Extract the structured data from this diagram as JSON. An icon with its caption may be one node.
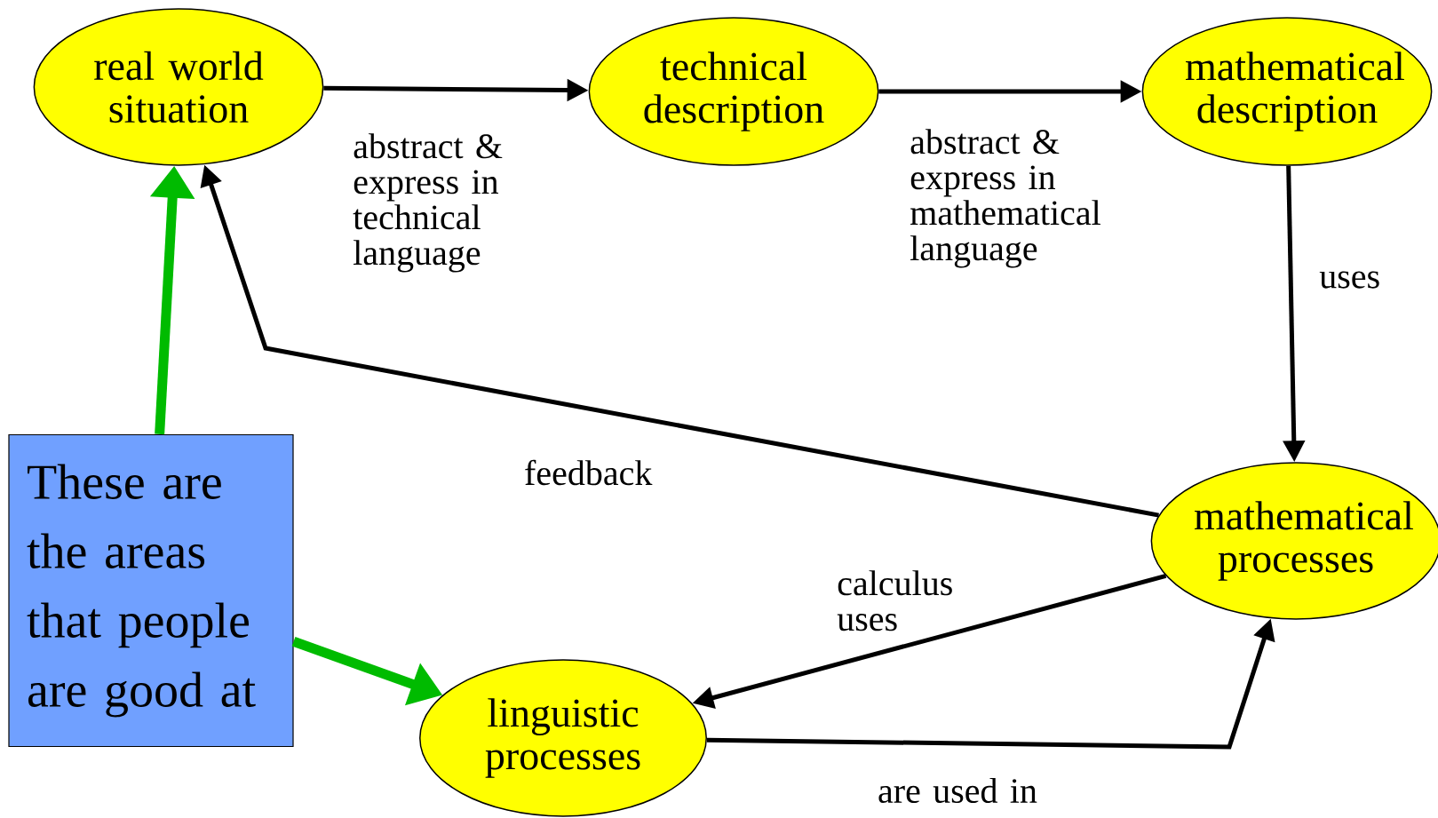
{
  "diagram": {
    "nodes": [
      {
        "text": [
          "real world situation"
        ]
      },
      {
        "text": [
          "technical description"
        ]
      },
      {
        "text": [
          "mathematical description"
        ]
      },
      {
        "text": [
          "mathematical processes"
        ]
      },
      {
        "text": [
          "linguistic processes"
        ]
      },
      {
        "text": [
          "These are the areas that people are good at"
        ]
      }
    ],
    "edges": [
      {
        "from": 0,
        "to": 1,
        "arrow": "to",
        "label": "abstract & express in technical language"
      },
      {
        "from": 1,
        "to": 2,
        "arrow": "to",
        "label": "abstract & express in mathematical language"
      },
      {
        "from": 2,
        "to": 3,
        "arrow": "to",
        "label": "uses"
      },
      {
        "from": 3,
        "to": 0,
        "arrow": "to",
        "label": "feedback"
      },
      {
        "from": 3,
        "to": 4,
        "arrow": "to",
        "label": "calculus uses"
      },
      {
        "from": 4,
        "to": 3,
        "arrow": "to",
        "label": "are used in"
      },
      {
        "from": 5,
        "to": 0,
        "arrow": "to",
        "style": "thick",
        "color": "#00bb00"
      },
      {
        "from": 5,
        "to": 4,
        "arrow": "to",
        "style": "thick",
        "color": "#00bb00"
      }
    ]
  }
}
